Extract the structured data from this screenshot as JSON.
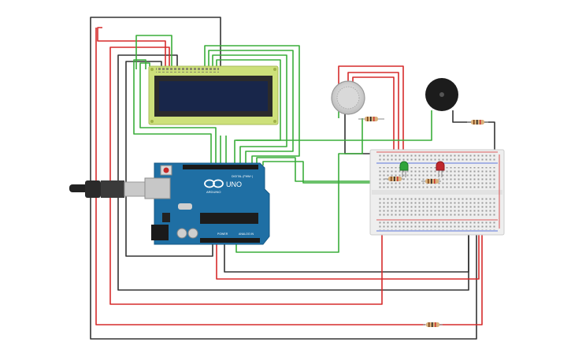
{
  "diagram": {
    "arduino": {
      "board_label": "UNO",
      "brand_label": "ARDUINO",
      "digital_header_label": "DIGITAL (PWM~)",
      "power_header_label": "POWER",
      "analog_header_label": "ANALOG IN"
    },
    "components": {
      "lcd": "lcd-16x2",
      "gas_sensor": "gas-sensor",
      "buzzer": "piezo-buzzer",
      "led_green": "green-led",
      "led_red": "red-led",
      "breadboard": "breadboard",
      "usb_cable": "usb-cable"
    },
    "wire_colors": {
      "red": "#d62b2b",
      "black": "#333333",
      "green": "#3aad3a"
    },
    "component_colors": {
      "arduino_board": "#1f6fa4",
      "lcd_frame": "#cde07a",
      "lcd_screen": "#18264a",
      "breadboard": "#eeeeee",
      "led_green": "#2fa43a",
      "led_red": "#c0272d",
      "buzzer": "#1c1c1c"
    }
  }
}
